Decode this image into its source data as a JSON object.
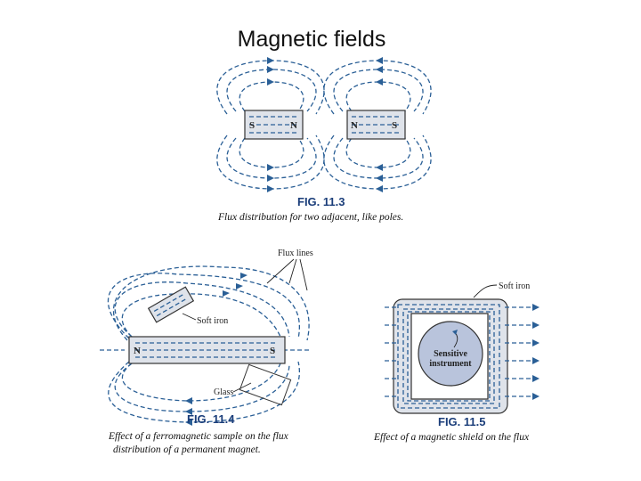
{
  "slide": {
    "title": "Magnetic fields"
  },
  "fig_11_3": {
    "label": "FIG. 11.3",
    "caption": "Flux distribution for two adjacent, like poles.",
    "left_magnet": {
      "pole_left": "S",
      "pole_right": "N"
    },
    "right_magnet": {
      "pole_left": "N",
      "pole_right": "S"
    }
  },
  "fig_11_4": {
    "label": "FIG. 11.4",
    "caption_line1": "Effect of a ferromagnetic sample on the flux",
    "caption_line2": "distribution of a permanent magnet.",
    "flux_lines_label": "Flux lines",
    "soft_iron_label": "Soft iron",
    "glass_label": "Glass",
    "magnet": {
      "pole_left": "N",
      "pole_right": "S"
    }
  },
  "fig_11_5": {
    "label": "FIG. 11.5",
    "caption": "Effect of a magnetic shield on the flux",
    "soft_iron_label": "Soft iron",
    "instrument_line1": "Sensitive",
    "instrument_line2": "instrument"
  },
  "colors": {
    "flux": "#2a5f96",
    "magnet_fill": "#dfe3ea",
    "figure_label": "#1b3e7a"
  }
}
